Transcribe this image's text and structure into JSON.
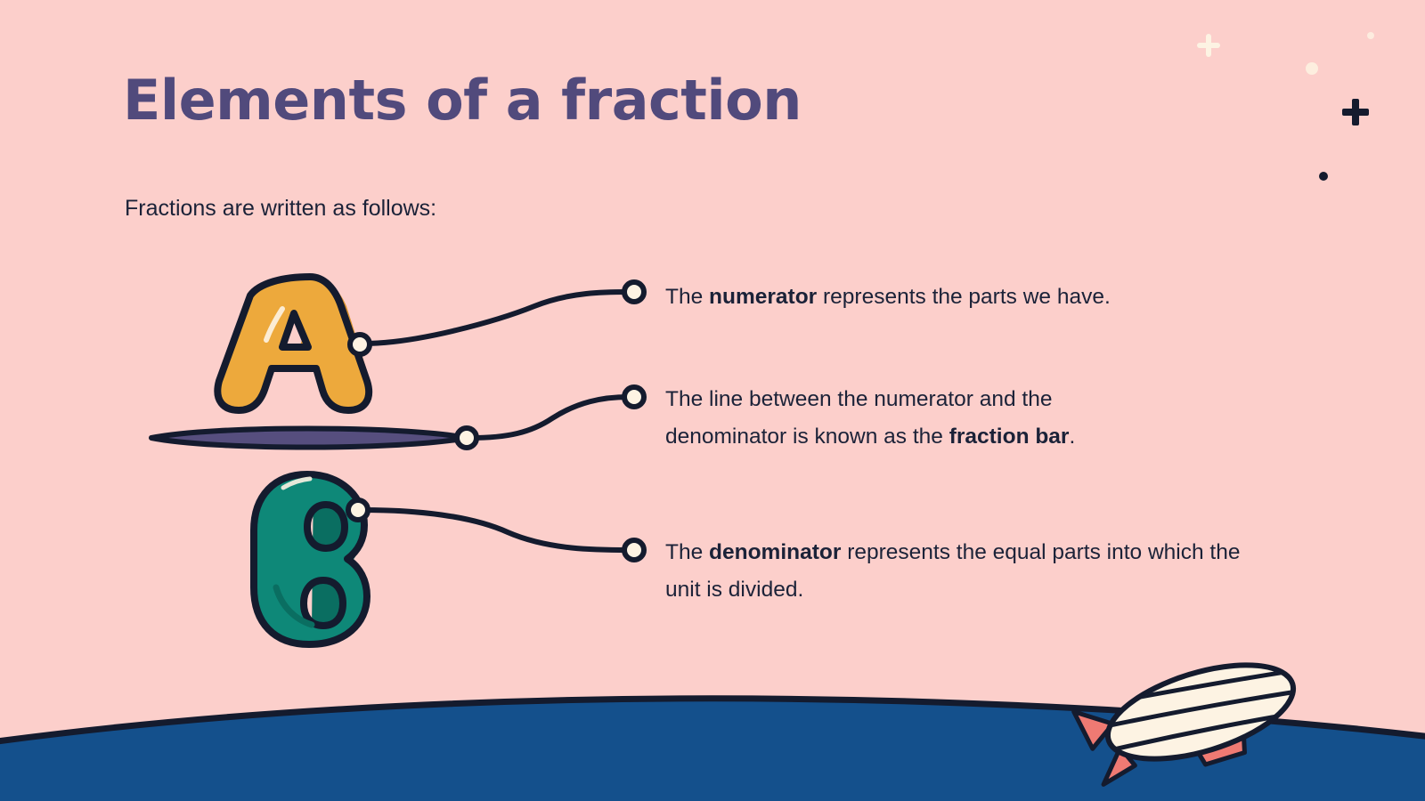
{
  "slide": {
    "title": "Elements of a fraction",
    "intro": "Fractions are written as follows:"
  },
  "diagram": {
    "numerator_symbol": "a",
    "denominator_symbol": "b",
    "fraction_bar_label": "fraction bar"
  },
  "descriptions": {
    "numerator": {
      "prefix": "The ",
      "keyword": "numerator",
      "suffix": " represents the parts we have."
    },
    "fraction_bar": {
      "prefix": "The line between the numerator and the denominator is known as the ",
      "keyword": "fraction bar",
      "suffix": "."
    },
    "denominator": {
      "prefix": "The ",
      "keyword": "denominator",
      "suffix": " represents the equal parts into which the unit is divided."
    }
  },
  "decorations": {
    "plus_light": "+",
    "plus_dark": "+",
    "blimp": "blimp"
  },
  "colors": {
    "background_pink": "#fccfcb",
    "title_purple": "#514a7c",
    "body_navy": "#1b2238",
    "numerator_orange": "#eda93c",
    "numerator_orange_shade": "#d8922c",
    "denominator_teal": "#0e8878",
    "denominator_teal_shade": "#0a6e61",
    "fraction_bar_purple": "#564e7e",
    "outline_navy": "#141b2e",
    "hill_blue": "#14508c",
    "cream": "#fdf3e3",
    "blimp_coral": "#ef7a73"
  }
}
